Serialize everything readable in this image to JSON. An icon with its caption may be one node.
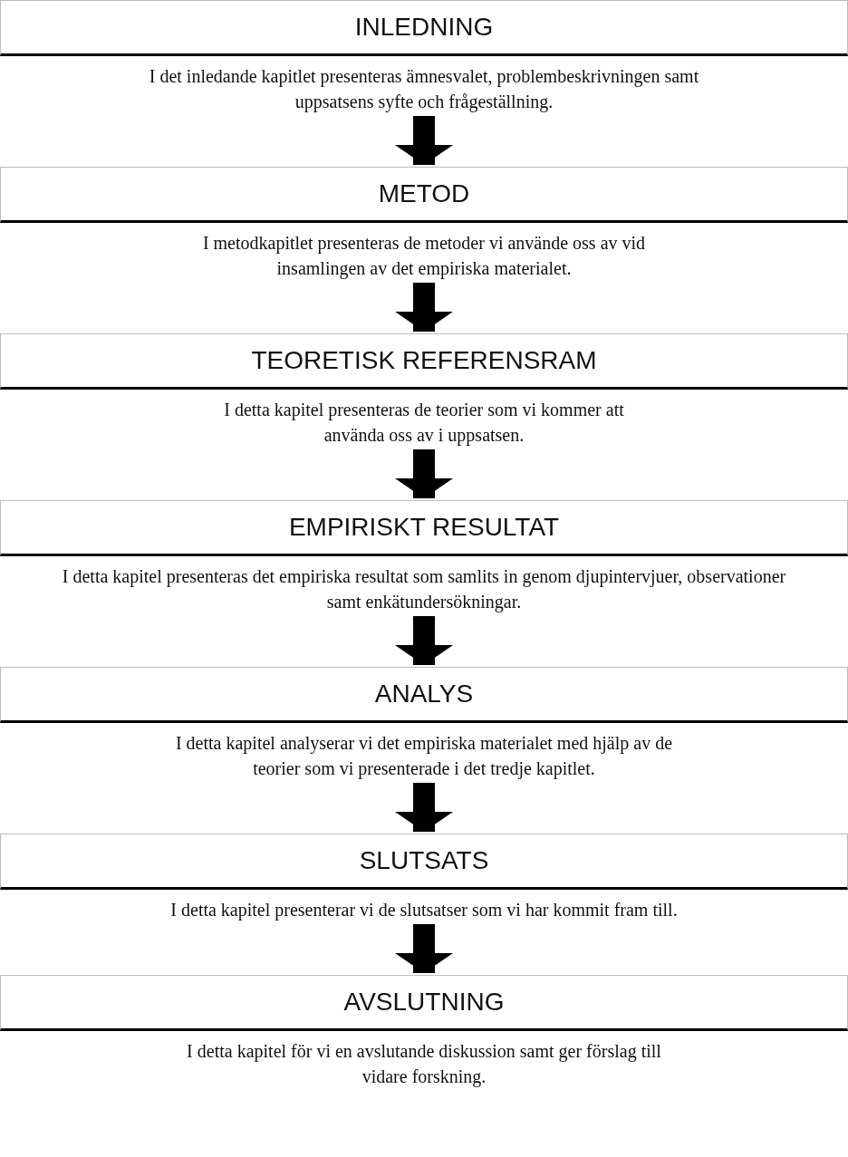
{
  "diagram": {
    "nodes": [
      {
        "text": [
          "INLEDNING"
        ],
        "beside": [
          "I det inledande kapitlet presenteras ämnesvalet, problembeskrivningen samt uppsatsens syfte och frågeställning."
        ]
      },
      {
        "text": [
          "METOD"
        ],
        "beside": [
          "I metodkapitlet presenteras de metoder vi använde oss av vid insamlingen av det empiriska materialet."
        ]
      },
      {
        "text": [
          "TEORETISK REFERENSRAM"
        ],
        "beside": [
          "I detta kapitel presenteras de teorier som vi kommer att använda oss av i uppsatsen."
        ]
      },
      {
        "text": [
          "EMPIRISKT RESULTAT"
        ],
        "beside": [
          "I detta kapitel presenteras det empiriska resultat som samlits in genom djupintervjuer, observationer samt enkätundersökningar."
        ]
      },
      {
        "text": [
          "ANALYS"
        ],
        "beside": [
          "I detta kapitel analyserar vi det empiriska materialet med hjälp av de teorier som vi presenterade i det tredje kapitlet."
        ]
      },
      {
        "text": [
          "SLUTSATS"
        ],
        "beside": [
          "I detta kapitel presenterar vi de slutsatser som vi har kommit fram till."
        ]
      },
      {
        "text": [
          "AVSLUTNING"
        ],
        "beside": [
          "I detta kapitel för vi en avslutande diskussion samt ger förslag till vidare forskning."
        ]
      }
    ],
    "edges": [
      {
        "from": 0,
        "to": 1,
        "arrow": "to"
      },
      {
        "from": 1,
        "to": 2,
        "arrow": "to"
      },
      {
        "from": 2,
        "to": 3,
        "arrow": "to"
      },
      {
        "from": 3,
        "to": 4,
        "arrow": "to"
      },
      {
        "from": 4,
        "to": 5,
        "arrow": "to"
      },
      {
        "from": 5,
        "to": 6,
        "arrow": "to"
      }
    ]
  }
}
